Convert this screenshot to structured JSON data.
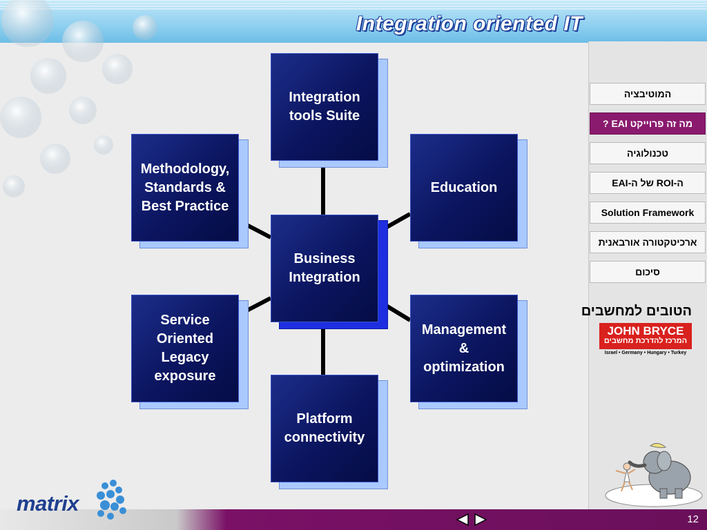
{
  "header": {
    "title": "Integration oriented IT"
  },
  "nav": {
    "items": [
      {
        "label": "המוטיבציה",
        "active": false
      },
      {
        "label": "מה זה פרוייקט EAI ?",
        "active": true
      },
      {
        "label": "טכנולוגיה",
        "active": false
      },
      {
        "label": "ה-ROI של ה-EAI",
        "active": false
      },
      {
        "label": "Solution Framework",
        "active": false
      },
      {
        "label": "ארכיטקטורה אורבאנית",
        "active": false
      },
      {
        "label": "סיכום",
        "active": false
      }
    ]
  },
  "diagram": {
    "center": "Business\nIntegration",
    "top": "Integration\n tools Suite",
    "top_left": "Methodology,\nStandards &\nBest Practice",
    "top_right": "Education",
    "bottom_left": "Service\nOriented\nLegacy\nexposure",
    "bottom_right": "Management\n&\noptimization",
    "bottom": "Platform\nconnectivity"
  },
  "footer": {
    "page_number": "12"
  },
  "logos": {
    "matrix": "matrix",
    "jb_top": "הטובים למחשבים",
    "jb_name": "JOHN BRYCE",
    "jb_sub": "המרכז להדרכת מחשבים",
    "jb_countries": "Israel • Germany • Hungary • Turkey"
  },
  "colors": {
    "box_fill": "#0b155f",
    "accent_nav": "#8a1a6d",
    "footer": "#6a0f5a",
    "title_outline": "#1b3f9a"
  }
}
